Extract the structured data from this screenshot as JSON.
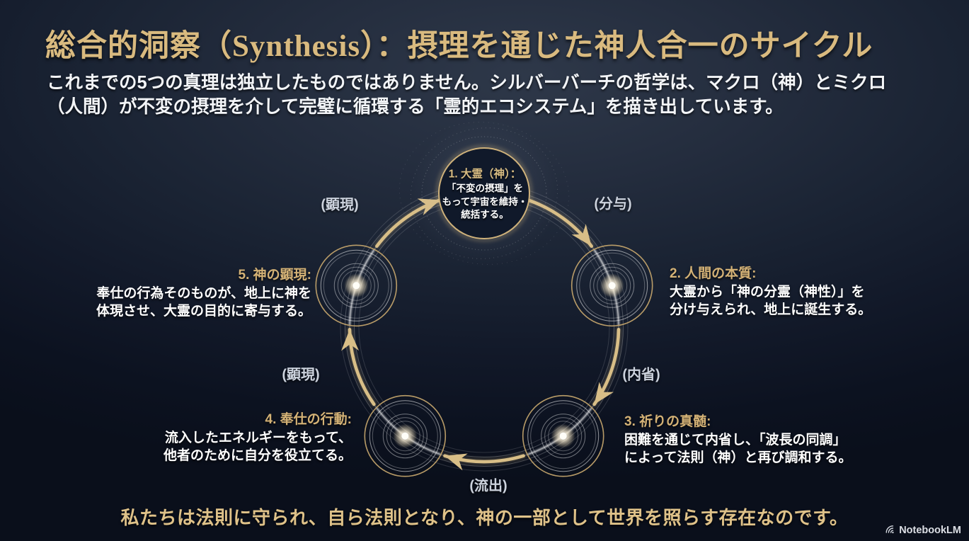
{
  "title": "総合的洞察（Synthesis）：摂理を通じた神人合一のサイクル",
  "intro": {
    "lines": [
      "これまでの5つの真理は独立したものではありません。シルバーバーチの哲学は、マクロ（神）とミクロ",
      "（人間）が不変の摂理を介して完璧に循環する「霊的エコシステム」を描き出しています。"
    ]
  },
  "cycle": {
    "center_node": {
      "heading": "1. 大霊（神）：",
      "lines": [
        "「不変の摂理」を",
        "もって宇宙を維持・",
        "統括する。"
      ]
    },
    "nodes": [
      {
        "heading": "2. 人間の本質:",
        "lines": [
          "大霊から「神の分霊（神性）」を",
          "分け与えられ、地上に誕生する。"
        ]
      },
      {
        "heading": "3. 祈りの真髄:",
        "lines": [
          "困難を通じて内省し、「波長の同調」",
          "によって法則（神）と再び調和する。"
        ]
      },
      {
        "heading": "4. 奉仕の行動:",
        "lines": [
          "流入したエネルギーをもって、",
          "他者のために自分を役立てる。"
        ]
      },
      {
        "heading": "5. 神の顕現:",
        "lines": [
          "奉仕の行為そのものが、地上に神を",
          "体現させ、大霊の目的に寄与する。"
        ]
      }
    ],
    "arc_labels": {
      "manifest_top": "(顕現)",
      "give": "(分与)",
      "introspect": "(内省)",
      "outflow": "(流出)",
      "manifest_left": "(顕現)"
    }
  },
  "tagline": "私たちは法則に守られ、自ら法則となり、神の一部として世界を照らす存在なのです。",
  "footer": {
    "brand": "NotebookLM"
  },
  "colors": {
    "accent_gold": "#d9ba7f",
    "heading_gold": "#d4b276",
    "body_white": "#ffffff",
    "label_gray": "#ccd2dd",
    "background_center": "#2e3849",
    "background_edge": "#0a0f1b"
  }
}
